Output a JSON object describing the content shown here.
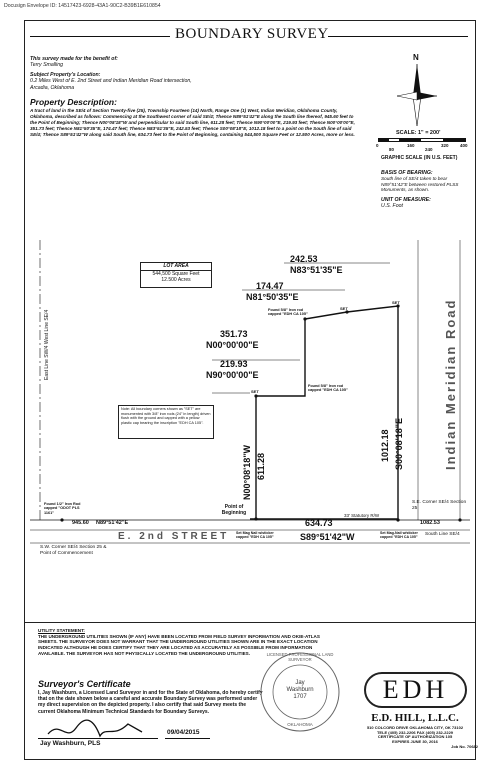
{
  "docusign": "Docusign Envelope ID: 14517423-6928-43A1-90C2-B39B1E610854",
  "title": "BOUNDARY SURVEY",
  "benefit": {
    "heading": "This survey made for the benefit of:",
    "name": "Terry Smalling"
  },
  "location": {
    "heading": "Subject Property's Location:",
    "line1": "0.2 Miles West of E. 2nd Street and Indian Meridian Road intersection,",
    "line2": "Arcadia, Oklahoma"
  },
  "description": {
    "heading": "Property Description:",
    "text": "A tract of land in the SE/4 of Section Twenty-five (25), Township Fourteen (14) North, Range One (1) West, Indian Meridian, Oklahoma County, Oklahoma, described as follows: Commencing at the Southwest corner of said SE/4; Thence N89°51'42\"E along the South line thereof, 945.60 feet to the Point of Beginning; Thence N00°08'18\"W and perpendicular to said South line, 611.28 feet; Thence N90°00'00\"E, 219.93 feet; Thence N00°00'00\"E, 351.73 feet; Thence N81°50'35\"E, 174.47 feet; Thence N83°51'35\"E, 242.53 feet; Thence S00°08'18\"E, 1012.18 feet to a point on the South line of said SE/4; Thence S89°51'42\"W along said South line, 634.73 feet to the Point of Beginning, containing 544,500 Square Feet or 12.500 Acres, more or less."
  },
  "north": "N",
  "scale": {
    "label": "SCALE: 1\" = 200'",
    "ticks": [
      "0",
      "80",
      "160",
      "240",
      "320",
      "400"
    ],
    "caption": "GRAPHIC SCALE (IN U.S. FEET)"
  },
  "bearing": {
    "heading": "BASIS OF BEARING:",
    "text": "South line of SE/4 taken to bear N89°51'42\"E between restored PLSS Monuments, as shown."
  },
  "unit": {
    "heading": "UNIT OF MEASURE:",
    "text": "U.S. Foot"
  },
  "lot": {
    "heading": "LOT AREA",
    "sqft": "544,500 Square Feet",
    "acres": "12.500 Acres"
  },
  "dims": {
    "d1": "242.53",
    "b1": "N83°51'35\"E",
    "d2": "174.47",
    "b2": "N81°50'35\"E",
    "d3": "351.73",
    "b3": "N00°00'00\"E",
    "d4": "219.93",
    "b4": "N90°00'00\"E",
    "d5": "611.28",
    "b5": "N00°08'18\"W",
    "d6": "1012.18",
    "b6": "S00°08'18\"E",
    "d7": "634.73",
    "b7": "S89°51'42\"W",
    "d8": "945.60",
    "b8": "N89°51'42\"E",
    "d9": "1082.53"
  },
  "labels": {
    "set1": "SET",
    "set2": "SET",
    "set3": "SET",
    "found58a": "Found 5/8\" Iron rod capped \"EDH CA 105\"",
    "found58b": "Found 5/8\" Iron rod capped \"EDH CA 105\"",
    "eastline": "East Line SW/4 West Line SE/4",
    "road": "Indian Meridian Road",
    "street": "E. 2nd STREET",
    "pob": "Point of Beginning",
    "statutory": "33' Statutory R/W",
    "found12": "Found 1/2\" Iron Rod capped \"ODOT PLS 1161\"",
    "swcorner": "S.W. Corner SE/4 Section 25 & Point of Commencement",
    "secorner": "S.E. Corner SE/4 Section 25",
    "southline": "South Line SE/4",
    "setmag1": "Set Mag Nail w/sticker capped \"EDH CA 105\"",
    "setmag2": "Set Mag-Nail w/sticker capped \"EDH CA 105\""
  },
  "note": "Note: All boundary corners shown as \"SET\" are monumented with 3/8\" iron rods (24\" in length) driven flush with the ground and capped with a yellow plastic cap bearing the inscription \"EDH CA 105\".",
  "utility": {
    "heading": "UTILITY STATEMENT:",
    "text": "THE UNDERGROUND UTILITIES SHOWN (IF ANY) HAVE BEEN LOCATED FROM FIELD SURVEY INFORMATION AND OKIE-ATLAS SHEETS. THE SURVEYOR DOES NOT WARRANT THAT THE UNDERGROUND UTILITIES SHOWN ARE IN THE EXACT LOCATION INDICATED ALTHOUGH HE DOES CERTIFY THAT THEY ARE LOCATED AS ACCURATELY AS POSSIBLE FROM INFORMATION AVAILABLE. THE SURVEYOR HAS NOT PHYSICALLY LOCATED THE UNDERGROUND UTILITIES."
  },
  "certificate": {
    "heading": "Surveyor's Certificate",
    "text": "I, Jay Washburn, a Licensed Land Surveyor in and for the State of Oklahoma, do hereby certify that on the date shown below a careful and accurate Boundary Survey was performed under my direct supervision on the depicted property. I also certify that said Survey meets the current Oklahoma Minimum Technical Standards for Boundary Surveys.",
    "signer": "Jay Washburn, PLS",
    "date": "09/04/2015"
  },
  "seal": {
    "outer": "LICENSED PROFESSIONAL LAND SURVEYOR",
    "name1": "Jay",
    "name2": "Washburn",
    "number": "1707",
    "state": "OKLAHOMA"
  },
  "company": {
    "logo": "EDH",
    "name": "E.D. HILL, L.L.C.",
    "address": "510 COLCORD DRIVE   OKLAHOMA CITY, OK 73102",
    "phone": "TELE (405) 232-2206   FAX (405) 232-2229",
    "auth": "CERTIFICATE OF AUTHORIZATION 105",
    "expires": "EXPIRES JUNE 30, 2016",
    "job": "Job No. 70682"
  }
}
